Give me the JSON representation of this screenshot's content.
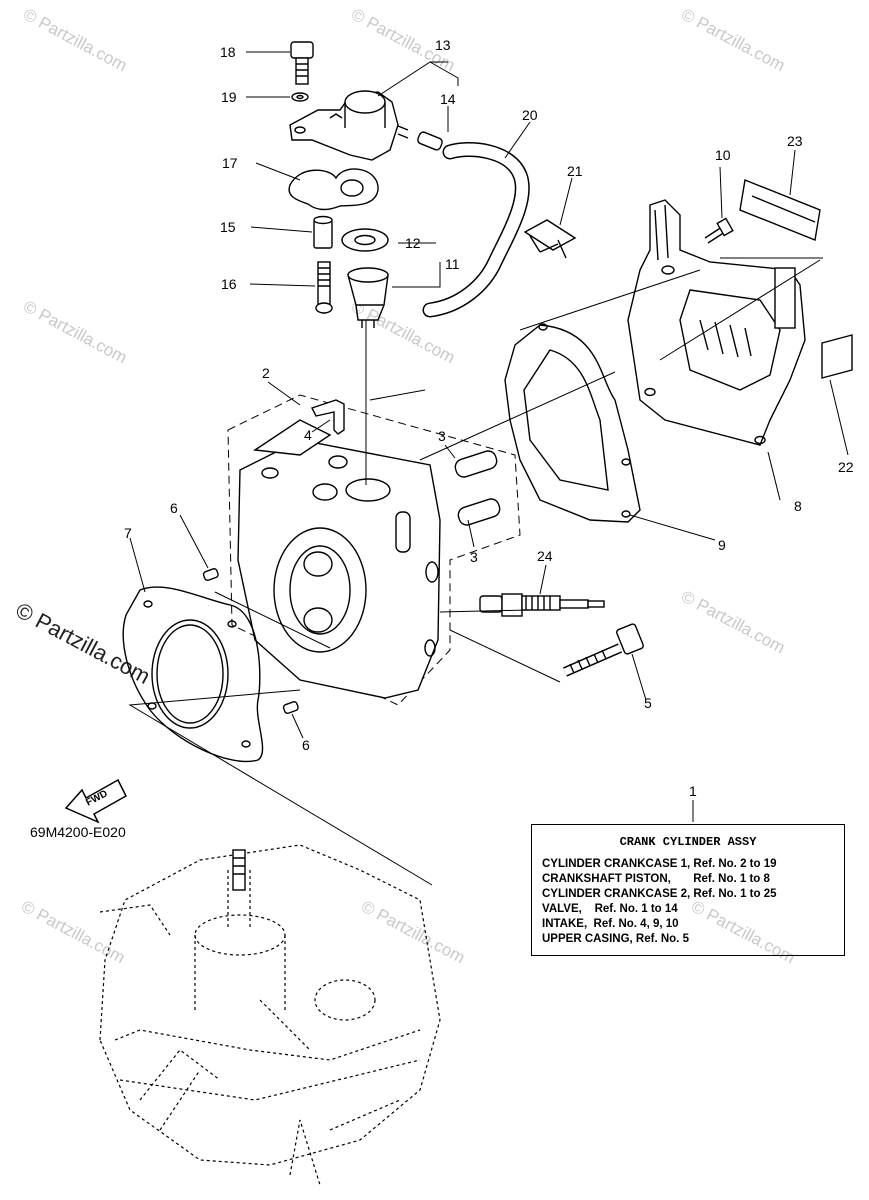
{
  "callouts": [
    "1",
    "2",
    "3",
    "3",
    "4",
    "5",
    "6",
    "6",
    "7",
    "8",
    "9",
    "10",
    "11",
    "12",
    "13",
    "14",
    "15",
    "16",
    "17",
    "18",
    "19",
    "20",
    "21",
    "22",
    "23",
    "24"
  ],
  "diagram_code": "69M4200-E020",
  "fwd_label": "FWD",
  "watermark": "© Partzilla.com",
  "assy_box": {
    "title": "CRANK  CYLINDER  ASSY",
    "lines": [
      "CYLINDER CRANKCASE 1, Ref. No. 2 to 19",
      "CRANKSHAFT PISTON,       Ref. No. 1 to 8",
      "CYLINDER CRANKCASE 2, Ref. No. 1 to 25",
      "VALVE,    Ref. No. 1 to 14",
      "INTAKE,  Ref. No. 4, 9, 10",
      "UPPER CASING, Ref. No. 5"
    ]
  }
}
